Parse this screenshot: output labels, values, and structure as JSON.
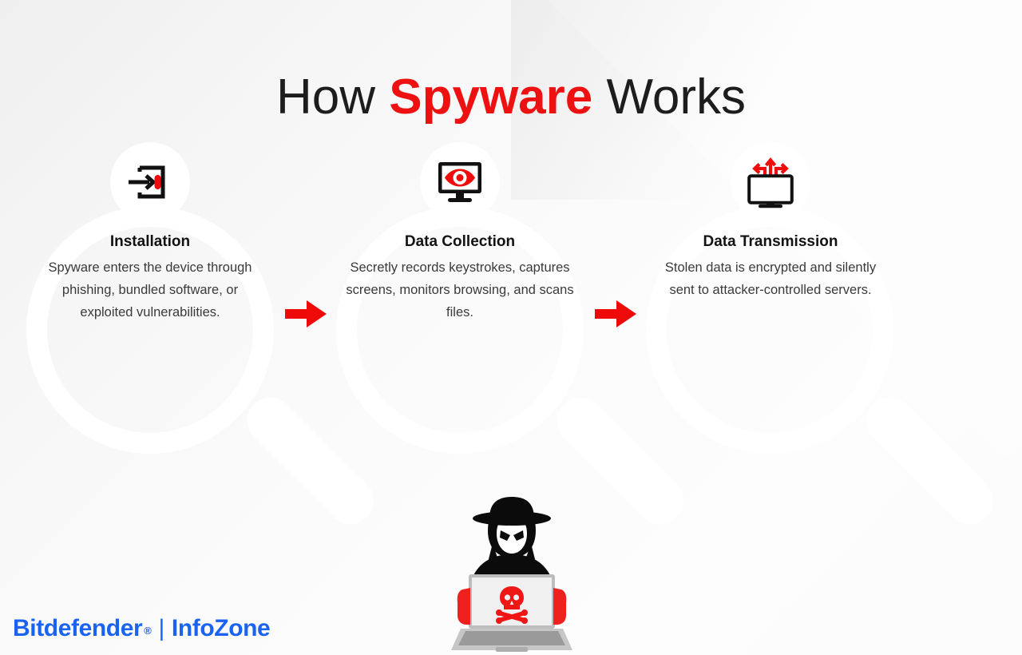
{
  "title": {
    "prefix": "How ",
    "accent": "Spyware",
    "suffix": " Works"
  },
  "colors": {
    "accent_red": "#ee1111",
    "arrow_red": "#ef0a0a",
    "brand_blue": "#1a62f0",
    "title_text": "#1d1d1d",
    "body_text": "#3a3a3a",
    "background": "#f7f7f7",
    "magnifier_white": "#ffffff"
  },
  "steps": [
    {
      "icon": "login-door-icon",
      "title": "Installation",
      "description": "Spyware enters the device through phishing, bundled software, or exploited vulnerabilities."
    },
    {
      "icon": "monitor-eye-icon",
      "title": "Data Collection",
      "description": "Secretly records keystrokes, captures screens, monitors browsing, and scans files."
    },
    {
      "icon": "monitor-arrows-icon",
      "title": "Data Transmission",
      "description": "Stolen data is encrypted and silently sent to attacker-controlled servers."
    }
  ],
  "connectors": [
    {
      "icon": "arrow-right-icon"
    },
    {
      "icon": "arrow-right-icon"
    }
  ],
  "illustration": {
    "name": "hacker-at-laptop-illustration",
    "elements": [
      "fedora-hat-icon",
      "masked-face-icon",
      "laptop-icon",
      "skull-crossbones-icon",
      "gloved-hands-icon"
    ]
  },
  "footer": {
    "brand": "Bitdefender",
    "registered_mark": "®",
    "separator": "|",
    "product": "InfoZone"
  }
}
